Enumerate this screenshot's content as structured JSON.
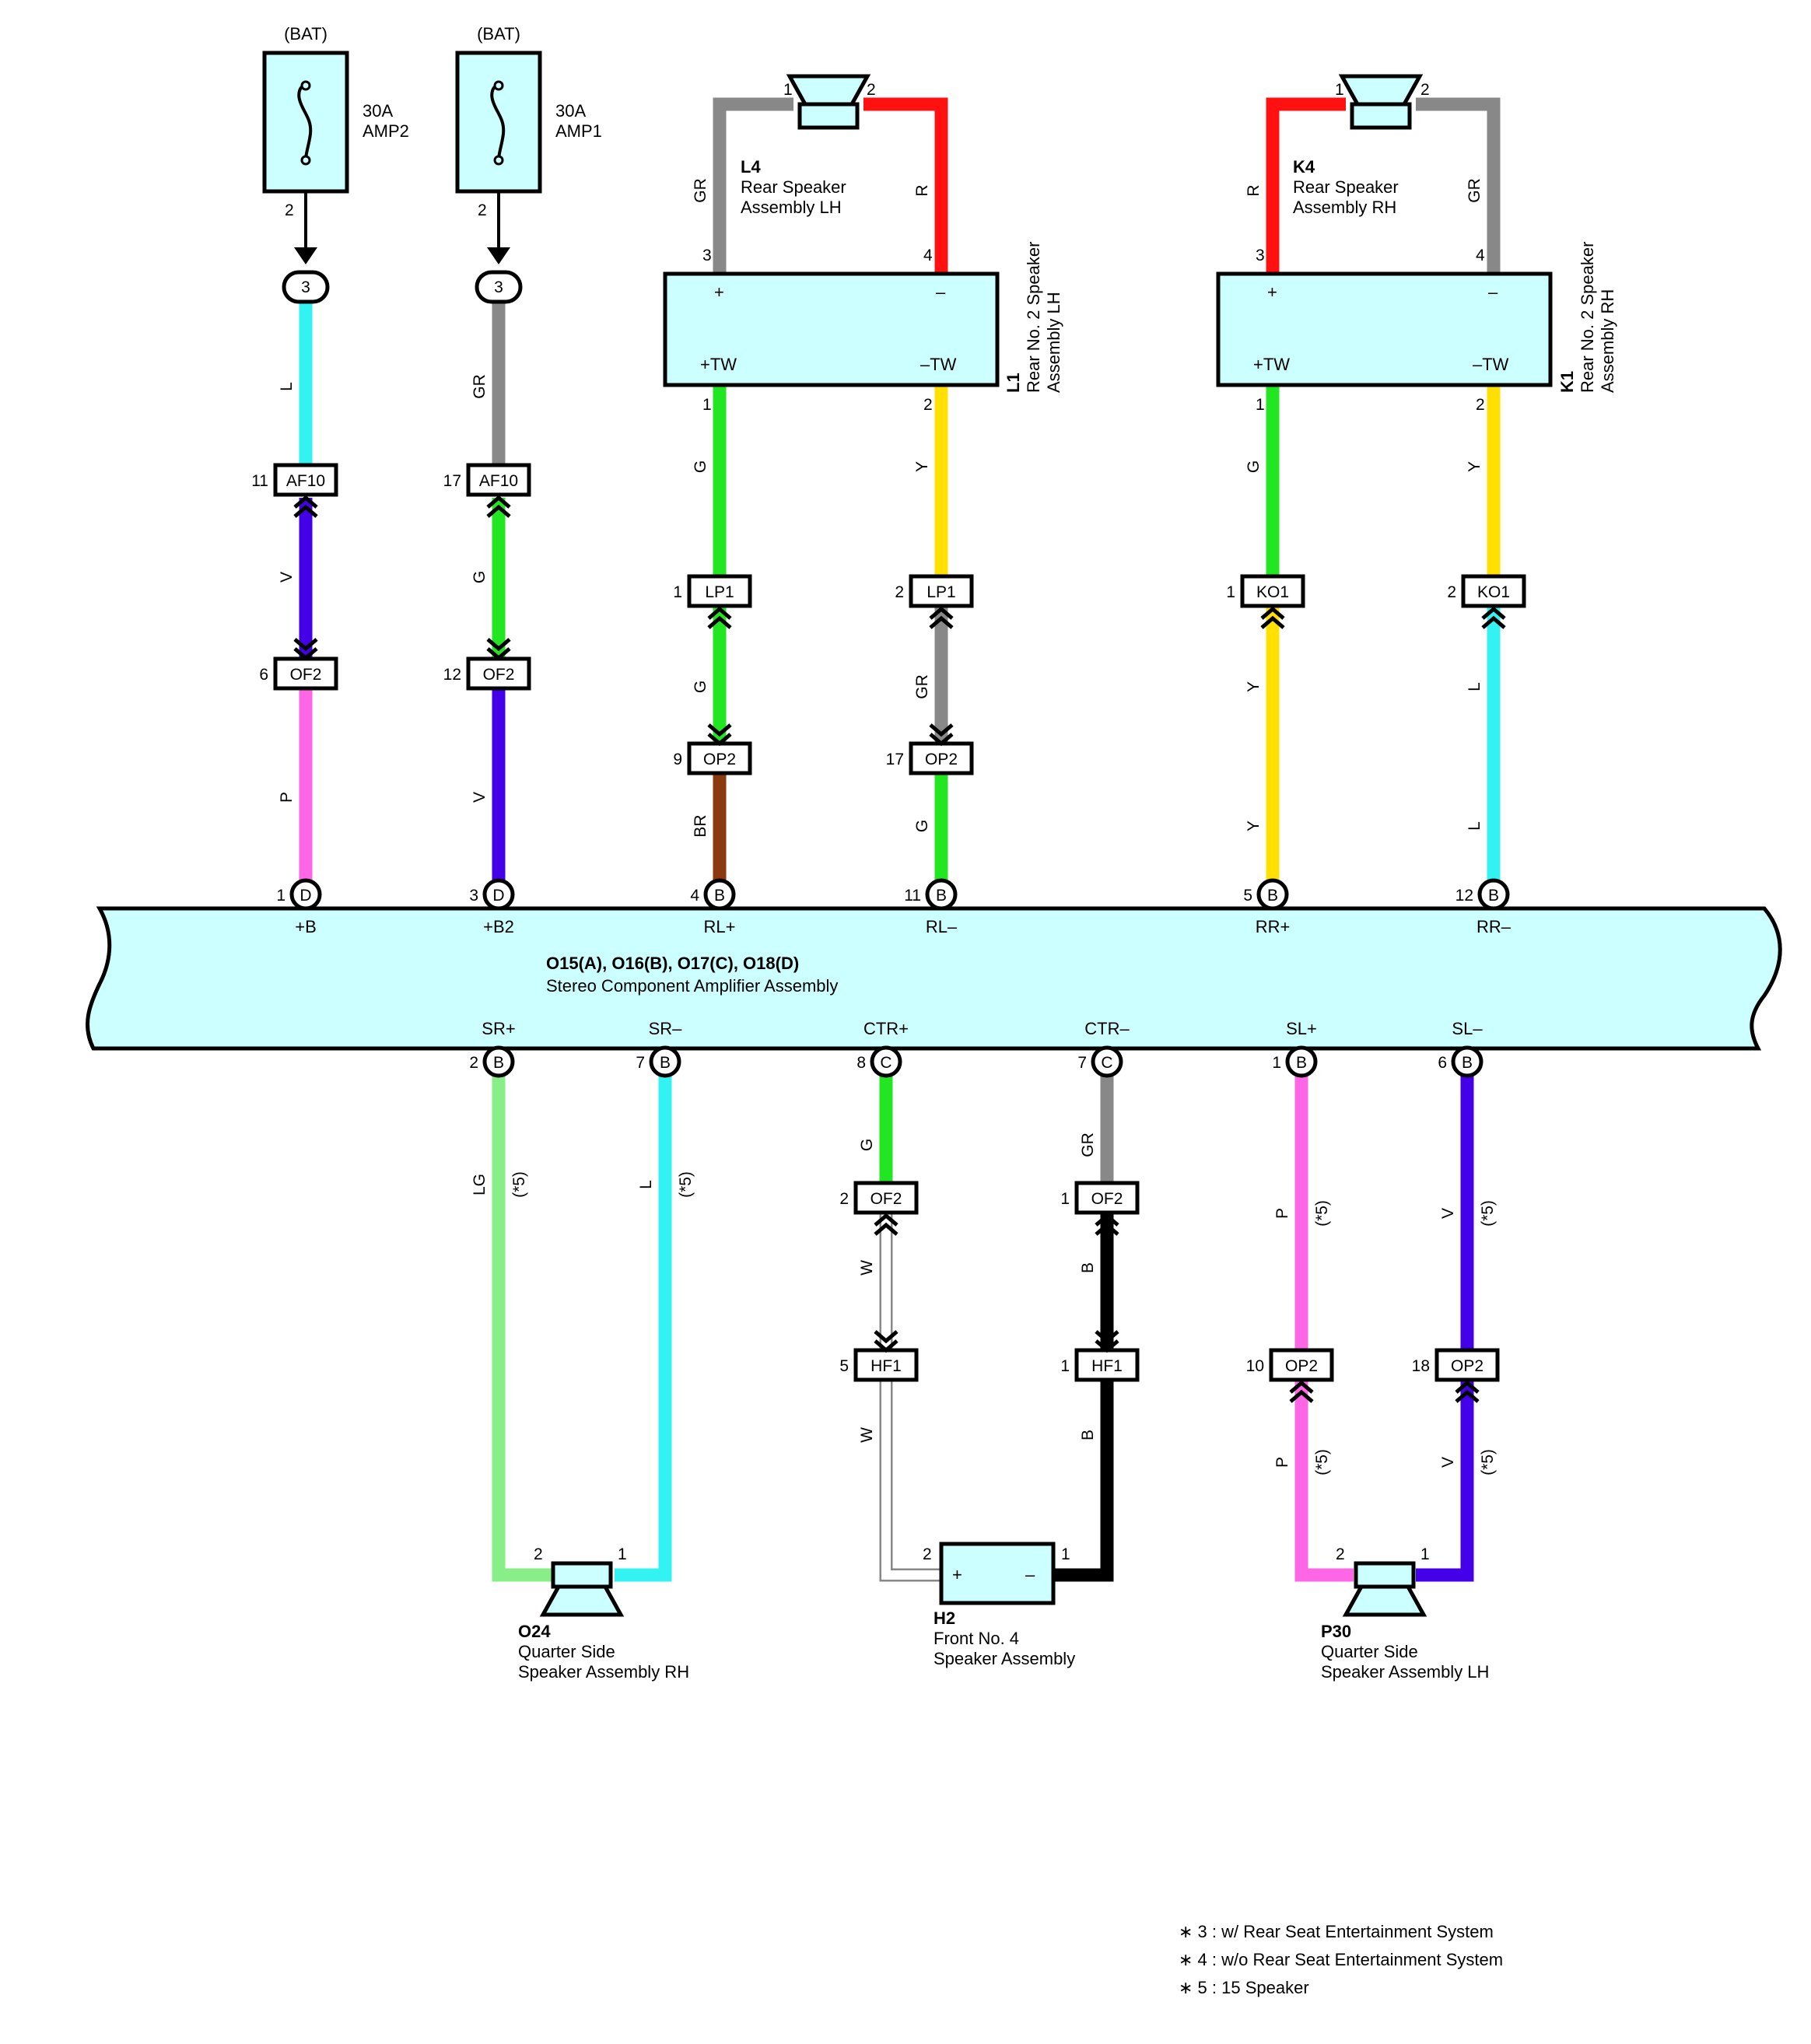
{
  "fuses": [
    {
      "id": "fuse-amp2",
      "source": "(BAT)",
      "rating": "30A",
      "name": "AMP2",
      "in_pin": "2",
      "j_pin": "3"
    },
    {
      "id": "fuse-amp1",
      "source": "(BAT)",
      "rating": "30A",
      "name": "AMP1",
      "in_pin": "2",
      "j_pin": "3"
    }
  ],
  "components": {
    "l4": {
      "code": "L4",
      "line1": "Rear Speaker",
      "line2": "Assembly LH",
      "pin_left": "1",
      "pin_right": "2"
    },
    "k4": {
      "code": "K4",
      "line1": "Rear Speaker",
      "line2": "Assembly RH",
      "pin_left": "1",
      "pin_right": "2"
    },
    "l1": {
      "code": "L1",
      "line1": "Rear No. 2 Speaker",
      "line2": "Assembly LH",
      "plus": "+",
      "minus": "–",
      "tw_plus": "+TW",
      "tw_minus": "–TW",
      "pin_top_left": "3",
      "pin_top_right": "4",
      "pin_bot_left": "1",
      "pin_bot_right": "2"
    },
    "k1": {
      "code": "K1",
      "line1": "Rear No. 2 Speaker",
      "line2": "Assembly RH",
      "plus": "+",
      "minus": "–",
      "tw_plus": "+TW",
      "tw_minus": "–TW",
      "pin_top_left": "3",
      "pin_top_right": "4",
      "pin_bot_left": "1",
      "pin_bot_right": "2"
    },
    "amp": {
      "code": "O15(A), O16(B), O17(C), O18(D)",
      "name": "Stereo Component Amplifier Assembly"
    },
    "o24": {
      "code": "O24",
      "line1": "Quarter Side",
      "line2": "Speaker Assembly RH",
      "pin_left": "2",
      "pin_right": "1"
    },
    "h2": {
      "code": "H2",
      "line1": "Front No. 4",
      "line2": "Speaker Assembly",
      "plus": "+",
      "minus": "–",
      "pin_left": "2",
      "pin_right": "1"
    },
    "p30": {
      "code": "P30",
      "line1": "Quarter Side",
      "line2": "Speaker Assembly LH",
      "pin_left": "2",
      "pin_right": "1"
    }
  },
  "amp_top_pins": [
    {
      "pin": "1",
      "conn": "D",
      "label": "+B"
    },
    {
      "pin": "3",
      "conn": "D",
      "label": "+B2"
    },
    {
      "pin": "4",
      "conn": "B",
      "label": "RL+"
    },
    {
      "pin": "11",
      "conn": "B",
      "label": "RL–"
    },
    {
      "pin": "5",
      "conn": "B",
      "label": "RR+"
    },
    {
      "pin": "12",
      "conn": "B",
      "label": "RR–"
    }
  ],
  "amp_bottom_pins": [
    {
      "pin": "2",
      "conn": "B",
      "label": "SR+"
    },
    {
      "pin": "7",
      "conn": "B",
      "label": "SR–"
    },
    {
      "pin": "8",
      "conn": "C",
      "label": "CTR+"
    },
    {
      "pin": "7",
      "conn": "C",
      "label": "CTR–"
    },
    {
      "pin": "1",
      "conn": "B",
      "label": "SL+"
    },
    {
      "pin": "6",
      "conn": "B",
      "label": "SL–"
    }
  ],
  "connectors": [
    {
      "name": "AF10",
      "pin": "11"
    },
    {
      "name": "AF10",
      "pin": "17"
    },
    {
      "name": "OF2",
      "pin": "6"
    },
    {
      "name": "OF2",
      "pin": "12"
    },
    {
      "name": "LP1",
      "pin": "1"
    },
    {
      "name": "LP1",
      "pin": "2"
    },
    {
      "name": "OP2",
      "pin": "9"
    },
    {
      "name": "OP2",
      "pin": "17"
    },
    {
      "name": "KO1",
      "pin": "1"
    },
    {
      "name": "KO1",
      "pin": "2"
    },
    {
      "name": "OF2",
      "pin": "2"
    },
    {
      "name": "OF2",
      "pin": "1"
    },
    {
      "name": "HF1",
      "pin": "5"
    },
    {
      "name": "HF1",
      "pin": "1"
    },
    {
      "name": "OP2",
      "pin": "10"
    },
    {
      "name": "OP2",
      "pin": "18"
    }
  ],
  "wire_codes": {
    "c1": [
      "L",
      "V",
      "P"
    ],
    "c2": [
      "GR",
      "G",
      "V"
    ],
    "c3": [
      "GR",
      "G",
      "G",
      "BR"
    ],
    "c4": [
      "R",
      "Y",
      "GR",
      "G"
    ],
    "c5": [
      "R",
      "G",
      "Y",
      "Y"
    ],
    "c6": [
      "GR",
      "Y",
      "L",
      "L"
    ],
    "b1": [
      "LG"
    ],
    "b2": [
      "L"
    ],
    "b3": [
      "G",
      "W",
      "W"
    ],
    "b4": [
      "GR",
      "B",
      "B"
    ],
    "b5": [
      "P",
      "P"
    ],
    "b6": [
      "V",
      "V"
    ],
    "note5": "(*5)"
  },
  "colors": {
    "L": "#33f2f2",
    "V": "#4400e6",
    "P": "#ff66e6",
    "GR": "#888888",
    "G": "#22e622",
    "BR": "#8b3a10",
    "R": "#ff1111",
    "Y": "#ffe000",
    "LG": "#88ee88",
    "B": "#000000",
    "W": "#ffffff",
    "fill": "#ccffff"
  },
  "notes": [
    "∗ 3 : w/ Rear Seat Entertainment System",
    "∗ 4 : w/o Rear Seat Entertainment System",
    "∗ 5 : 15 Speaker"
  ]
}
